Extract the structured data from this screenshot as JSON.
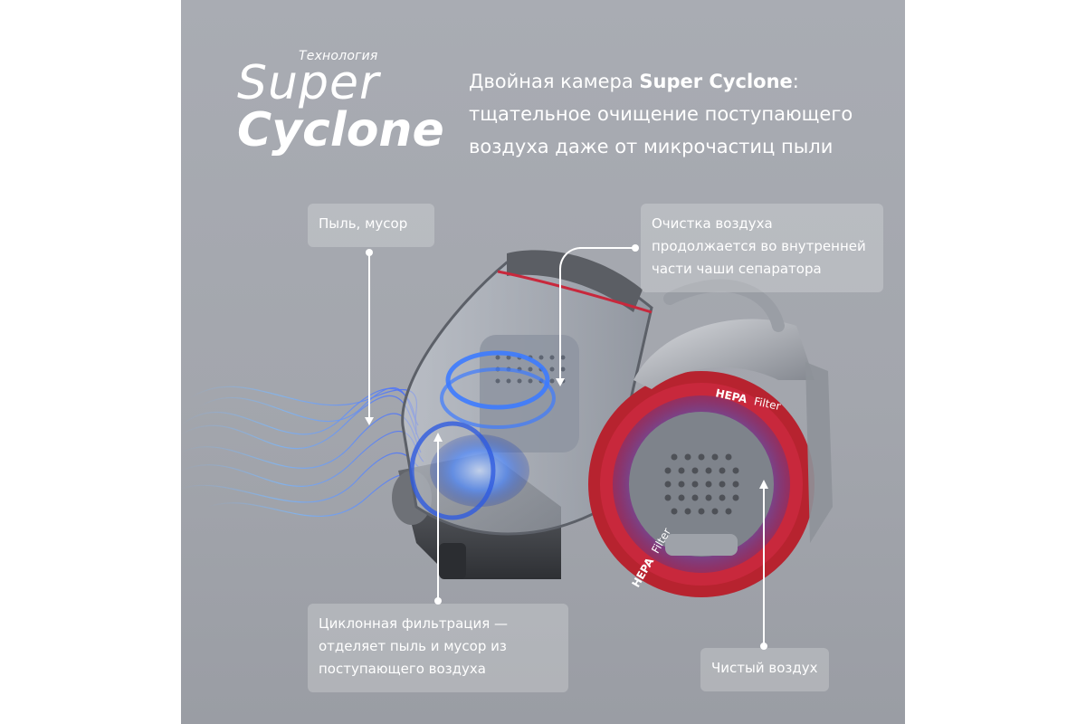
{
  "title": {
    "tech": "Технология",
    "super": "Super",
    "cyclone": "Cyclone"
  },
  "headline": {
    "line1_prefix": "Двойная камера ",
    "line1_bold": "Super Cyclone",
    "line1_suffix": ":",
    "line2": "тщательное очищение поступающего",
    "line3": "воздуха даже от микрочастиц пыли"
  },
  "callouts": {
    "dust": "Пыль, мусор",
    "inner_lines": [
      "Очистка воздуха",
      "продолжается во внутренней",
      "части чаши сепаратора"
    ],
    "cyclone_lines": [
      "Циклонная фильтрация —",
      "отделяет пыль и мусор из",
      "поступающего воздуха"
    ],
    "clean": "Чистый воздух"
  },
  "product": {
    "hepa_brand": "HEPA",
    "hepa_word": "Filter"
  },
  "colors": {
    "background": "#a6a9b0",
    "accent_red": "#c8283c",
    "glow_blue": "#3d7bff",
    "body_gray": "#8d9097"
  }
}
